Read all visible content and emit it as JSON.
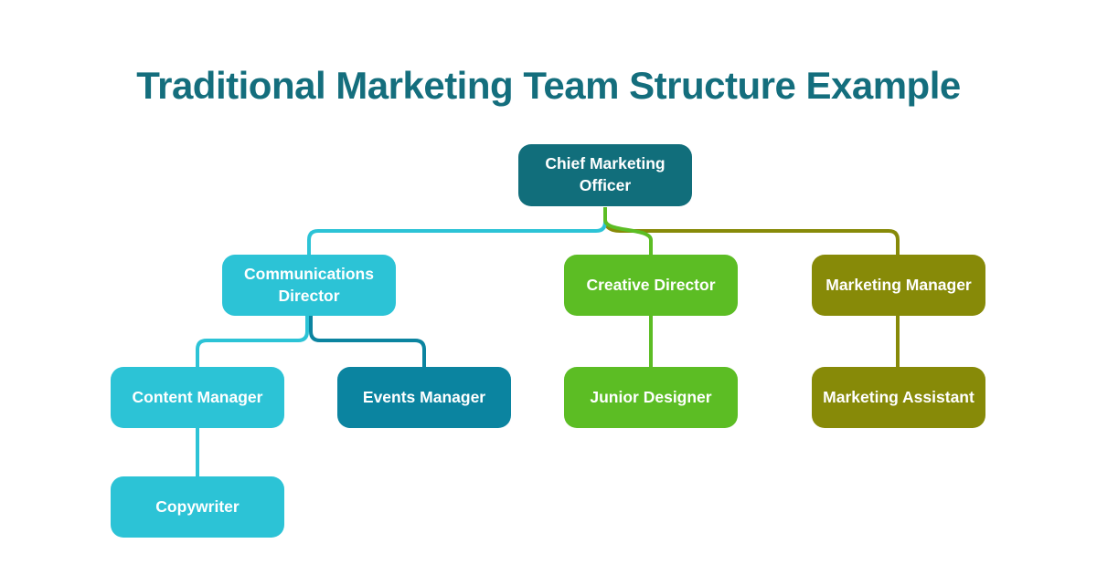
{
  "title": "Traditional Marketing Team Structure Example",
  "palette": {
    "title_text": "#146e7d",
    "dark_teal": "#116e7b",
    "cyan": "#2cc3d6",
    "teal": "#0b84a0",
    "green": "#5cbd24",
    "olive": "#878a08",
    "node_text": "#ffffff",
    "background": "#ffffff"
  },
  "org": {
    "nodes": [
      {
        "id": "cmo",
        "label": "Chief Marketing Officer",
        "fill": "#116e7b",
        "reports_to": null
      },
      {
        "id": "communications-director",
        "label": "Communications Director",
        "fill": "#2cc3d6",
        "reports_to": "cmo"
      },
      {
        "id": "creative-director",
        "label": "Creative Director",
        "fill": "#5cbd24",
        "reports_to": "cmo"
      },
      {
        "id": "marketing-manager",
        "label": "Marketing Manager",
        "fill": "#878a08",
        "reports_to": "cmo"
      },
      {
        "id": "content-manager",
        "label": "Content Manager",
        "fill": "#2cc3d6",
        "reports_to": "communications-director"
      },
      {
        "id": "events-manager",
        "label": "Events Manager",
        "fill": "#0b84a0",
        "reports_to": "communications-director"
      },
      {
        "id": "junior-designer",
        "label": "Junior Designer",
        "fill": "#5cbd24",
        "reports_to": "creative-director"
      },
      {
        "id": "marketing-assistant",
        "label": "Marketing Assistant",
        "fill": "#878a08",
        "reports_to": "marketing-manager"
      },
      {
        "id": "copywriter",
        "label": "Copywriter",
        "fill": "#2cc3d6",
        "reports_to": "content-manager"
      }
    ],
    "edges": [
      {
        "from": "cmo",
        "to": "marketing-manager",
        "color": "#878a08"
      },
      {
        "from": "cmo",
        "to": "communications-director",
        "color": "#2cc3d6"
      },
      {
        "from": "cmo",
        "to": "creative-director",
        "color": "#5cbd24"
      },
      {
        "from": "communications-director",
        "to": "content-manager",
        "color": "#2cc3d6"
      },
      {
        "from": "communications-director",
        "to": "events-manager",
        "color": "#0b84a0"
      },
      {
        "from": "content-manager",
        "to": "copywriter",
        "color": "#2cc3d6"
      },
      {
        "from": "creative-director",
        "to": "junior-designer",
        "color": "#5cbd24"
      },
      {
        "from": "marketing-manager",
        "to": "marketing-assistant",
        "color": "#878a08"
      }
    ]
  }
}
